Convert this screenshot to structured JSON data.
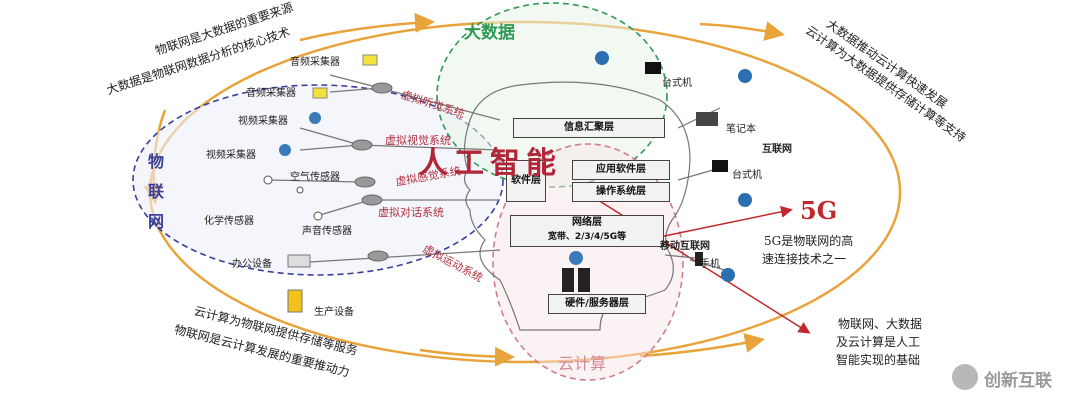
{
  "top_left_note": [
    "物联网是大数据的重要来源",
    "大数据是物联网数据分析的核心技术"
  ],
  "top_right_note": [
    "大数据推动云计算快速发展",
    "云计算为大数据提供存储计算等支持"
  ],
  "bottom_left_note": [
    "云计算为物联网提供存储等服务",
    "物联网是云计算发展的重要推动力"
  ],
  "bottom_right_note": [
    "物联网、大数据",
    "及云计算是人工",
    "智能实现的基础"
  ],
  "big_data_label": "大数据",
  "cloud_label": "云计算",
  "iot_label": [
    "物",
    "联",
    "网"
  ],
  "ai_label": "人工智能",
  "fiveg": {
    "title": "5G",
    "desc": [
      "5G是物联网的高",
      "速连接技术之一"
    ]
  },
  "devices_left": [
    "音频采集器",
    "音频采集器",
    "视频采集器",
    "视频采集器",
    "空气传感器",
    "化学传感器",
    "声音传感器",
    "办公设备",
    "生产设备"
  ],
  "systems": [
    "虚拟听觉系统",
    "虚拟视觉系统",
    "虚拟感觉系统",
    "虚拟对话系统",
    "虚拟运动系统"
  ],
  "layers": {
    "info": "信息汇聚层",
    "app": "应用软件层",
    "software": "软件层",
    "os": "操作系统层",
    "net": "网络层",
    "net_sub": "宽带、2/3/4/5G等",
    "hw": "硬件/服务器层"
  },
  "internet_label": "互联网",
  "mobile_internet_label": "移动互联网",
  "devices_right": [
    "台式机",
    "笔记本",
    "台式机",
    "手机"
  ],
  "watermark": "创新互联"
}
